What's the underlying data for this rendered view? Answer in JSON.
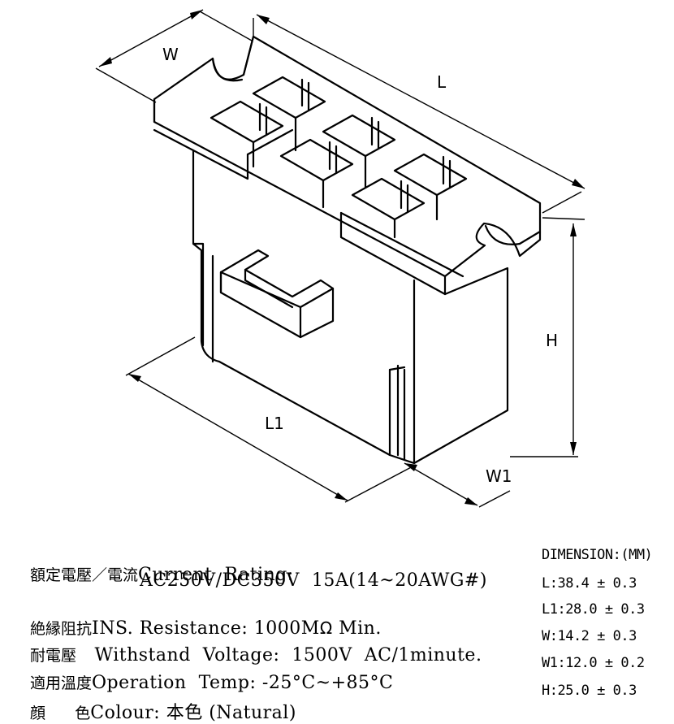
{
  "labels": {
    "W": "W",
    "L": "L",
    "H": "H",
    "L1": "L1",
    "W1": "W1"
  },
  "specs": {
    "current": {
      "label_zh": "額定電壓／電流",
      "label_en": "Current  Rating:"
    },
    "current_value": "AC250V/DC350V  15A(14~20AWG#)",
    "ins": {
      "label_zh": "絶縁阻抗",
      "label_en": "INS. Resistance: 1000M",
      "ohm_symbol": "Ω",
      "suffix": " Min."
    },
    "withstand": {
      "label_zh": "耐電壓",
      "text": "Withstand  Voltage:  1500V  AC/1minute."
    },
    "operation": {
      "label_zh": "適用溫度",
      "text": "Operation  Temp: -25°C~+85°C"
    },
    "colour": {
      "label_zh": "顔      色",
      "text": "Colour: 本色 (Natural)"
    }
  },
  "dimensions": {
    "heading": "DIMENSION:(MM)",
    "L": "L:38.4 ± 0.3",
    "L1": "L1:28.0 ± 0.3",
    "W": "W:14.2 ± 0.3",
    "W1": "W1:12.0 ± 0.2",
    "H": "H:25.0 ± 0.3"
  }
}
